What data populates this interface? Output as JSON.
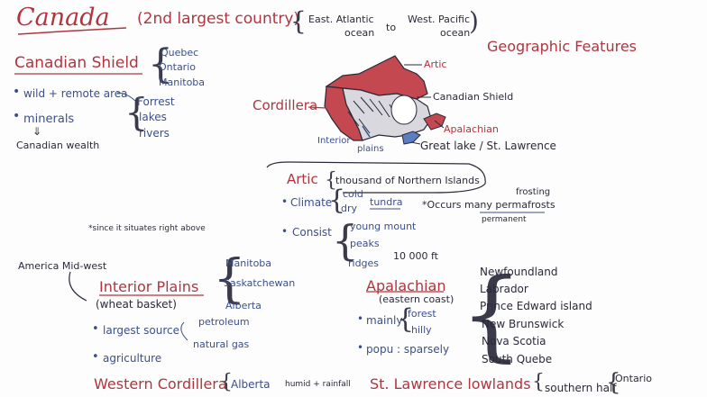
{
  "header": {
    "title": "Canada",
    "subtitle": "(2nd largest country)",
    "east": "East. Atlantic",
    "east_sub": "ocean",
    "to": "to",
    "west": "West. Pacific",
    "west_sub": "ocean"
  },
  "shield": {
    "heading": "Canadian Shield",
    "provinces": [
      "Quebec",
      "Ontario",
      "Manitoba"
    ],
    "bullet1": "wild + remote area",
    "features": [
      "Forrest",
      "lakes",
      "rivers"
    ],
    "bullet2": "minerals",
    "arrow": "⇓",
    "result": "Canadian wealth"
  },
  "geo": {
    "heading": "Geographic Features",
    "labels": {
      "artic": "Artic",
      "shield": "Canadian Shield",
      "cordillera": "Cordillera",
      "apalachian": "Apalachian",
      "interior": "Interior",
      "plains": "plains",
      "greatlake": "Great lake / St. Lawrence"
    },
    "colors": {
      "red": "#b0353e",
      "blue": "#3b4f8c",
      "ink": "#2a2a3a"
    }
  },
  "artic": {
    "heading": "Artic",
    "islands": "thousand of Northern Islands",
    "climate_label": "Climate",
    "cold": "cold",
    "dry": "dry",
    "tundra": "tundra",
    "note": "*Occurs many permafrosts",
    "frosting": "frosting",
    "permanent": "permanent",
    "consist_label": "Consist",
    "consist": [
      "young mount",
      "peaks",
      "ridges"
    ],
    "height": "10 000 ft"
  },
  "interior": {
    "note": "*since it situates right above",
    "america": "America Mid-west",
    "heading": "Interior Plains",
    "sub": "(wheat basket)",
    "provinces": [
      "Manitoba",
      "Saskatchewan",
      "Alberta"
    ],
    "bullet1": "largest source",
    "sources": [
      "petroleum",
      "natural gas"
    ],
    "bullet2": "agriculture"
  },
  "apalachian": {
    "heading": "Apalachian",
    "sub": "(eastern coast)",
    "mainly": "mainly",
    "mainly_items": [
      "forest",
      "hilly"
    ],
    "popu": "popu : sparsely",
    "provinces": [
      "Newfoundland",
      "Labrador",
      "Prince Edward island",
      "New Brunswick",
      "Nova Scotia",
      "South Quebe"
    ]
  },
  "bottom": {
    "western": "Western Cordillera",
    "alberta": "Alberta",
    "humid": "humid + rainfall",
    "stlawrence": "St. Lawrence lowlands",
    "southern": "southern half",
    "ontario": "Ontario"
  }
}
